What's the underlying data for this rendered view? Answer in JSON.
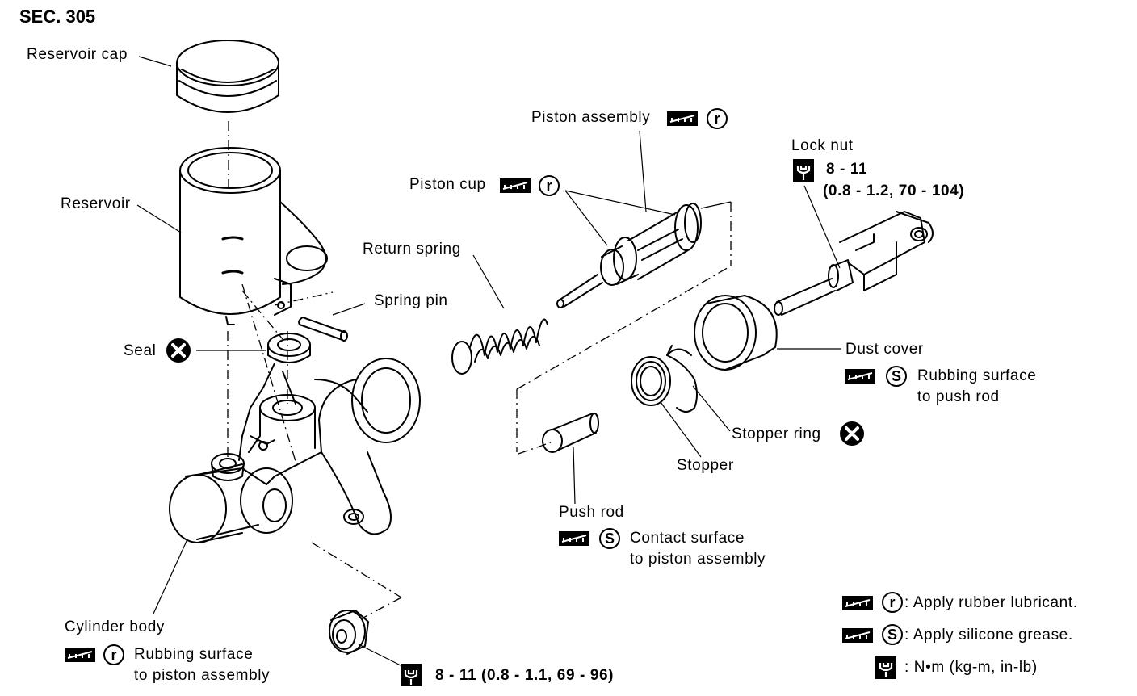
{
  "section": "SEC. 305",
  "labels": {
    "reservoir_cap": "Reservoir cap",
    "reservoir": "Reservoir",
    "seal": "Seal",
    "spring_pin": "Spring pin",
    "return_spring": "Return spring",
    "piston_cup": "Piston cup",
    "piston_assembly": "Piston assembly",
    "lock_nut": "Lock nut",
    "lock_nut_torque_1": "8 - 11",
    "lock_nut_torque_2": "(0.8 - 1.2, 70 - 104)",
    "dust_cover": "Dust cover",
    "dust_cover_note_1": "Rubbing surface",
    "dust_cover_note_2": "to push rod",
    "stopper_ring": "Stopper ring",
    "stopper": "Stopper",
    "push_rod": "Push rod",
    "push_rod_note_1": "Contact surface",
    "push_rod_note_2": "to piston assembly",
    "cylinder_body": "Cylinder body",
    "cylinder_note_1": "Rubbing surface",
    "cylinder_note_2": "to piston assembly",
    "bottom_torque": "8 - 11 (0.8 - 1.1, 69 - 96)"
  },
  "legend": {
    "r_text": ": Apply rubber lubricant.",
    "s_text": ": Apply silicone grease.",
    "torque_text": ":  N•m  (kg-m,  in-lb)"
  },
  "symbols": {
    "rubber": "r",
    "silicone": "S"
  }
}
